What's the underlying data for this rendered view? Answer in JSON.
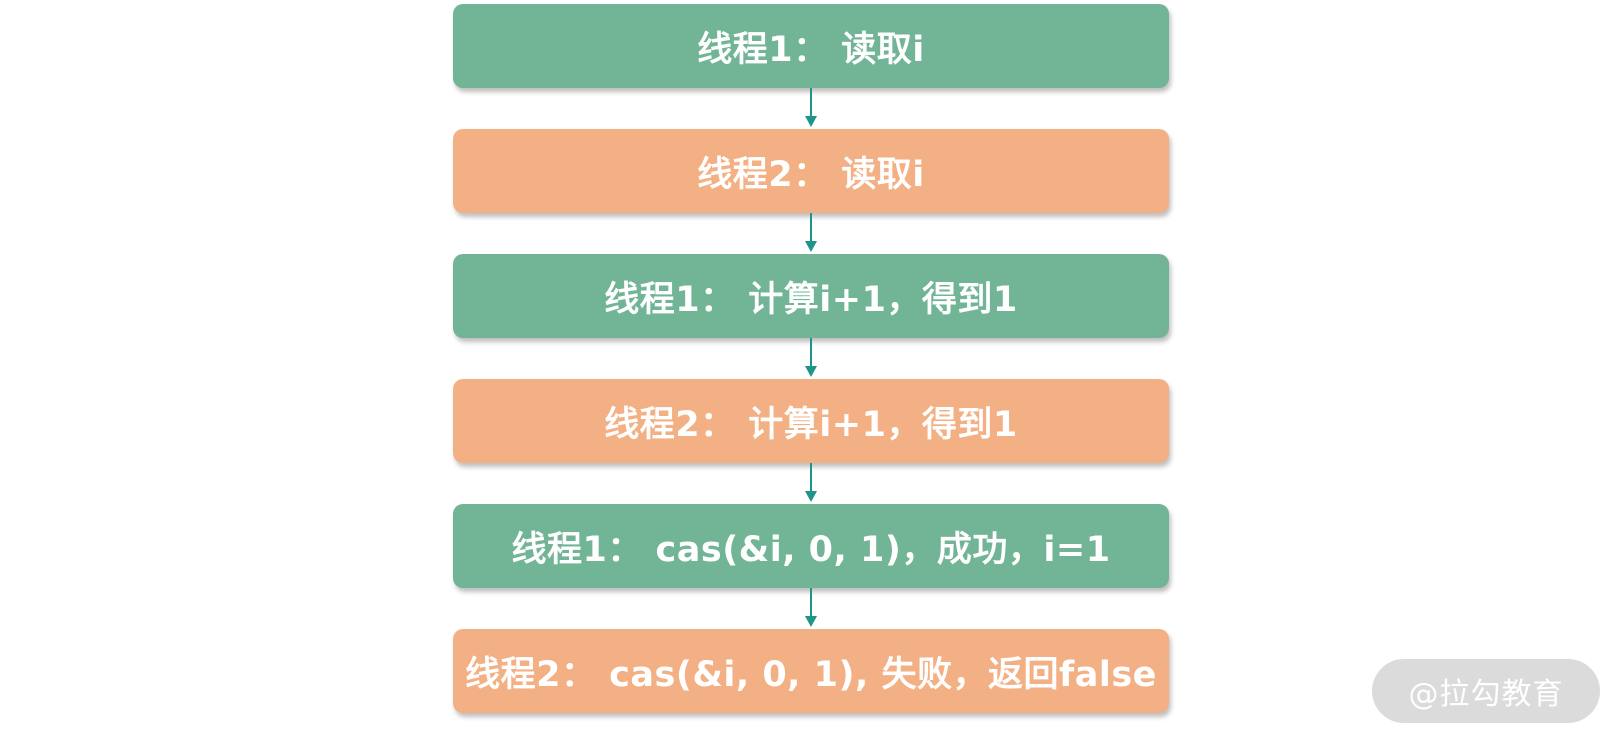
{
  "diagram": {
    "steps": [
      {
        "label": "线程1： 读取i",
        "color": "#71b596"
      },
      {
        "label": "线程2： 读取i",
        "color": "#f3b084"
      },
      {
        "label": "线程1： 计算i+1，得到1",
        "color": "#71b596"
      },
      {
        "label": "线程2： 计算i+1，得到1",
        "color": "#f3b084"
      },
      {
        "label": "线程1： cas(&i, 0, 1)，成功，i=1",
        "color": "#71b596"
      },
      {
        "label": "线程2：  cas(&i, 0, 1), 失败，返回false",
        "color": "#f3b084"
      }
    ],
    "arrow_color": "#1e9589"
  },
  "watermark": {
    "text": "@拉勾教育"
  }
}
